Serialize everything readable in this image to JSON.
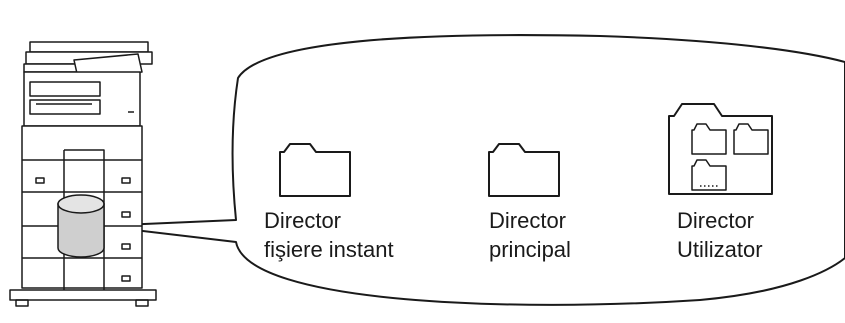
{
  "folders": [
    {
      "line1": "Director",
      "line2": "fişiere instant",
      "icon": "folder-icon"
    },
    {
      "line1": "Director",
      "line2": "principal",
      "icon": "folder-icon"
    },
    {
      "line1": "Director",
      "line2": "Utilizator",
      "icon": "user-folder-icon"
    }
  ],
  "device": {
    "icon": "printer-icon",
    "storage_icon": "hard-disk-icon"
  },
  "colors": {
    "line": "#1a1a1a",
    "disk_fill": "#cfcfcf",
    "background": "#ffffff"
  }
}
